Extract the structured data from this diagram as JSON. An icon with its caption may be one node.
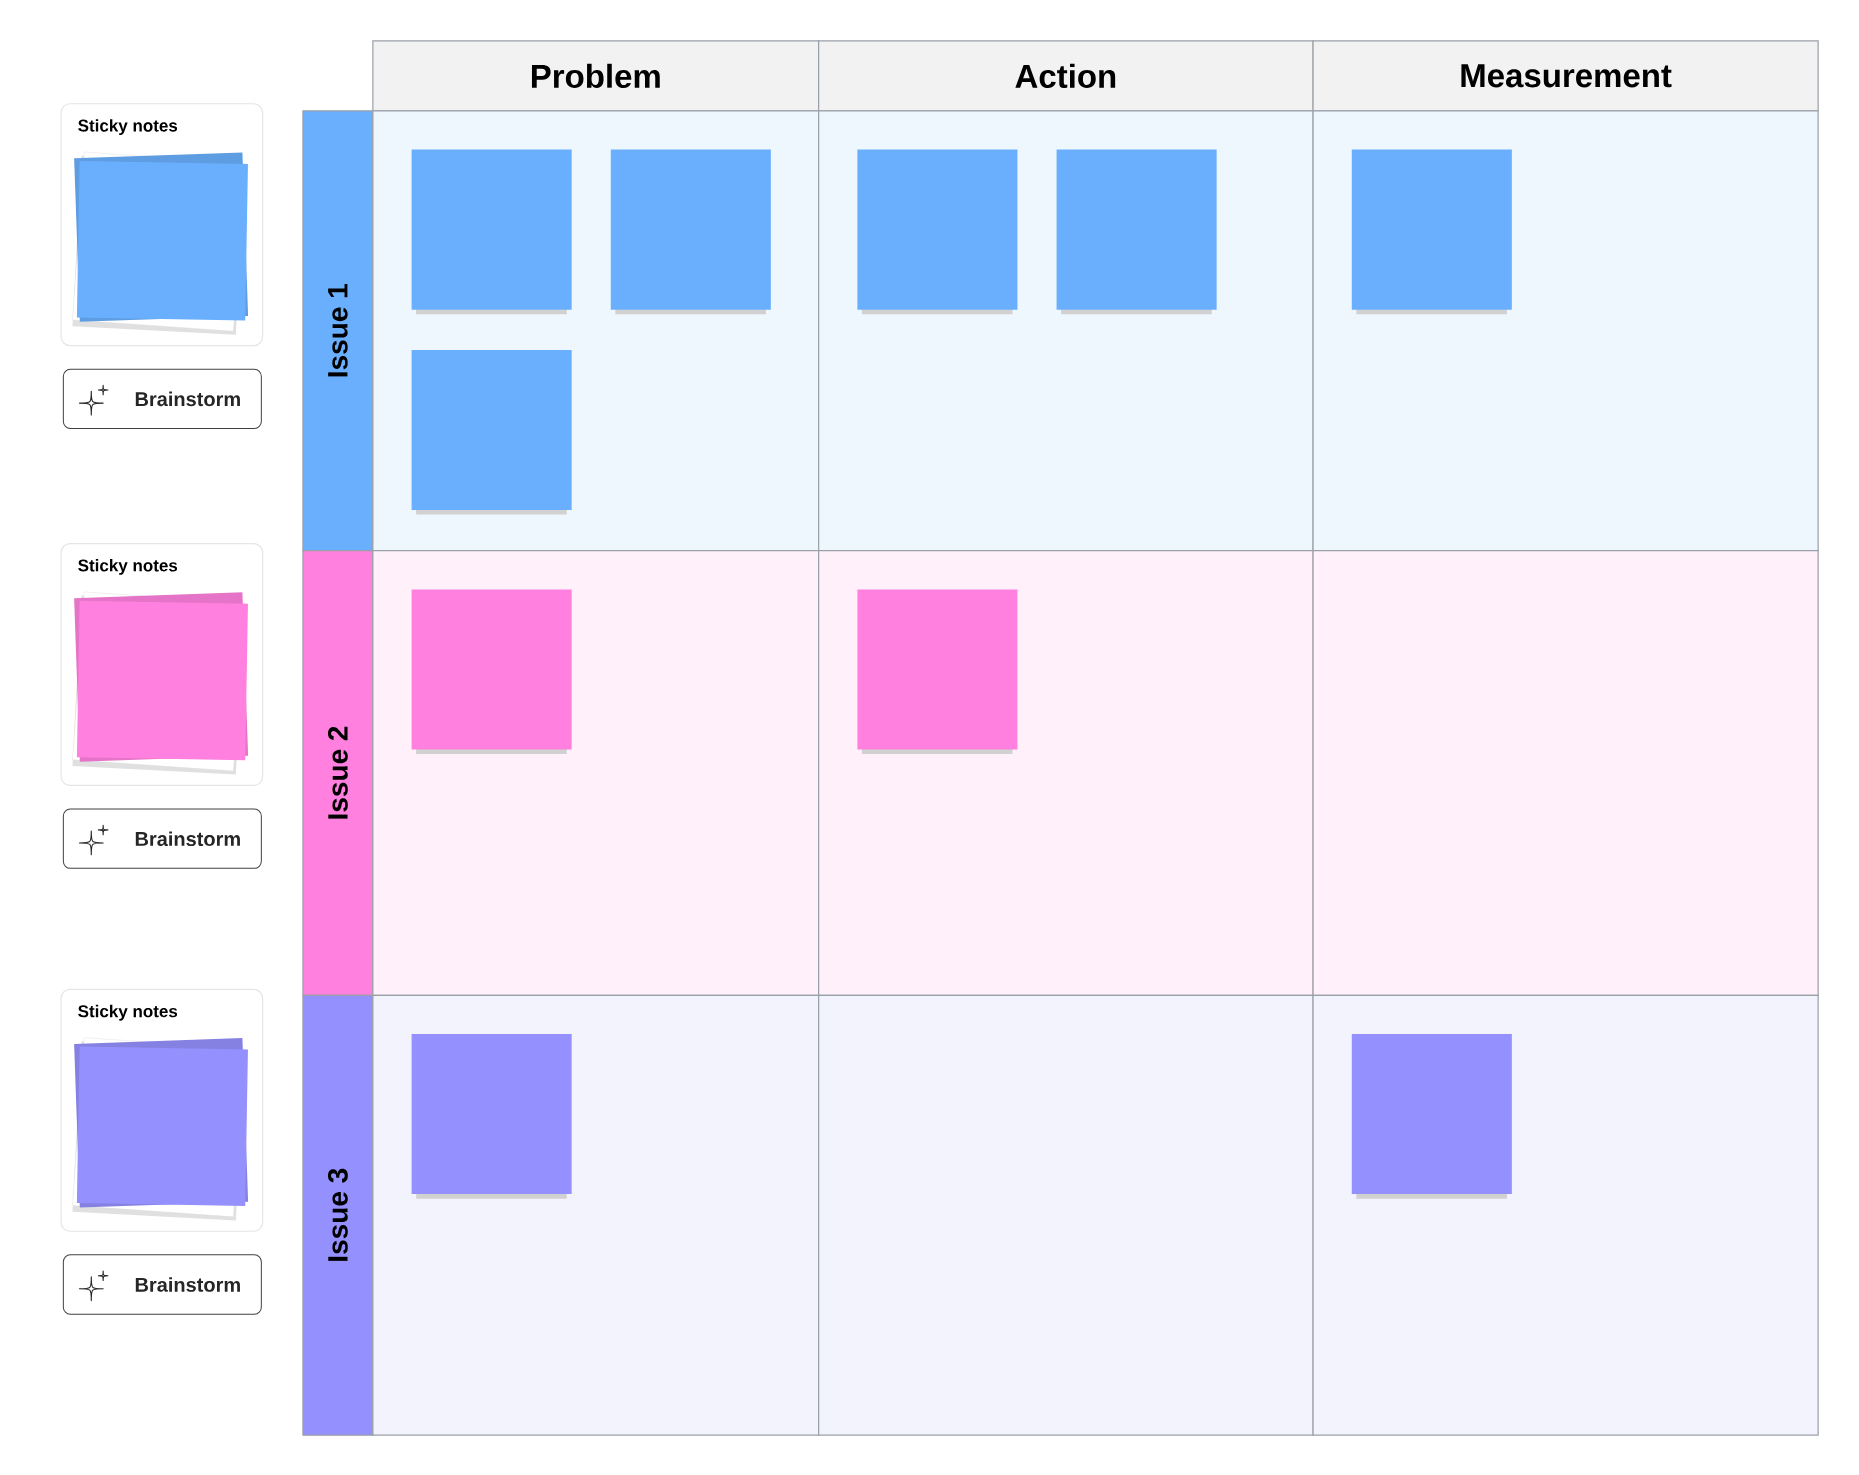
{
  "diagram": {
    "nodes": [
      {
        "text": [
          "Sticky notes"
        ]
      },
      {
        "text": [
          "Brainstorm"
        ]
      },
      {
        "text": [
          "Sticky notes"
        ]
      },
      {
        "text": [
          "Brainstorm"
        ]
      },
      {
        "text": [
          "Sticky notes"
        ]
      },
      {
        "text": [
          "Brainstorm"
        ]
      },
      {
        "text": [
          "Problem"
        ]
      },
      {
        "text": [
          "Action"
        ]
      },
      {
        "text": [
          "Measurement"
        ]
      },
      {
        "text": [
          "Issue 1"
        ]
      },
      {
        "text": [],
        "shape": "box"
      },
      {
        "text": [],
        "shape": "box",
        "in": 10
      },
      {
        "text": [],
        "shape": "box",
        "in": 10
      },
      {
        "text": [],
        "shape": "box",
        "in": 10
      },
      {
        "text": [],
        "shape": "box"
      },
      {
        "text": [],
        "shape": "box",
        "in": 14
      },
      {
        "text": [],
        "shape": "box",
        "in": 14
      },
      {
        "text": [],
        "shape": "box"
      },
      {
        "text": [],
        "shape": "box",
        "in": 17
      },
      {
        "text": [
          "Issue 2"
        ]
      },
      {
        "text": [],
        "shape": "box"
      },
      {
        "text": [],
        "shape": "box",
        "in": 20
      },
      {
        "text": [],
        "shape": "box"
      },
      {
        "text": [],
        "shape": "box",
        "in": 22
      },
      {
        "text": [],
        "shape": "box"
      },
      {
        "text": [
          "Issue 3"
        ]
      },
      {
        "text": [],
        "shape": "box"
      },
      {
        "text": [],
        "shape": "box",
        "in": 26
      },
      {
        "text": [],
        "shape": "box"
      },
      {
        "text": [],
        "shape": "box"
      },
      {
        "text": [],
        "shape": "box",
        "in": 29
      }
    ]
  }
}
